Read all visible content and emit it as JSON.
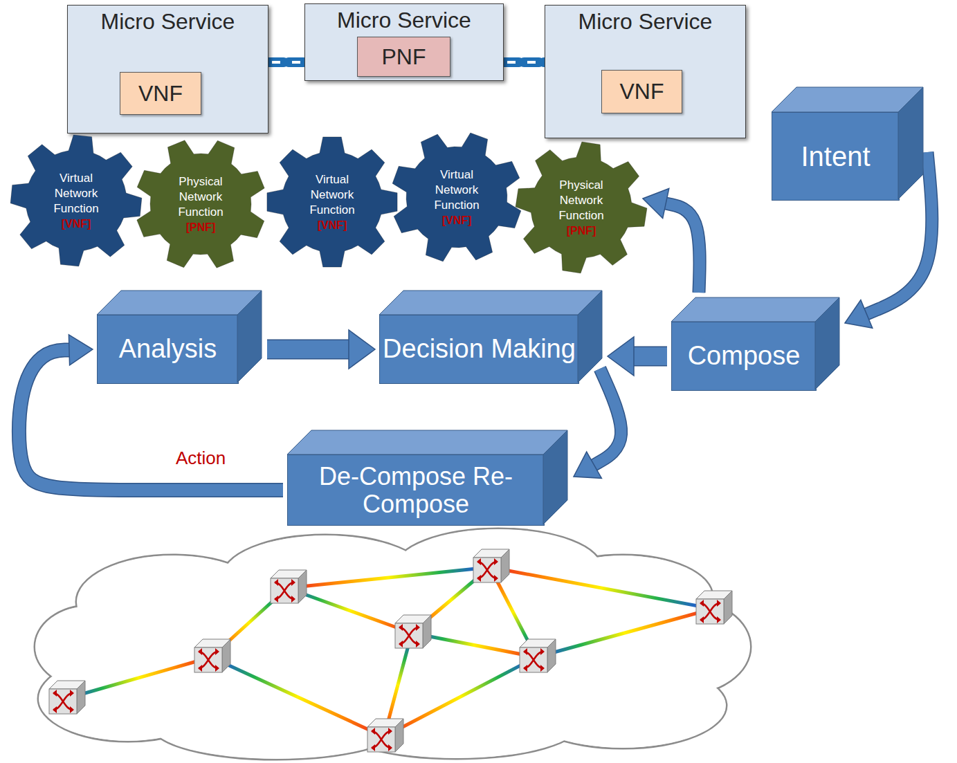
{
  "diagram": {
    "nodes": [
      {
        "text": [
          "Micro Service"
        ]
      },
      {
        "text": [
          "VNF"
        ],
        "in": 0
      },
      {
        "text": [
          "Micro Service"
        ]
      },
      {
        "text": [
          "PNF"
        ],
        "in": 2
      },
      {
        "text": [
          "Micro Service"
        ]
      },
      {
        "text": [
          "VNF"
        ],
        "in": 4
      },
      {
        "text": [
          "Virtual Network Function",
          "[VNF]"
        ]
      },
      {
        "text": [
          "Physical Network Function",
          "[PNF]"
        ]
      },
      {
        "text": [
          "Virtual Network Function",
          "[VNF]"
        ]
      },
      {
        "text": [
          "Virtual Network Function",
          "[VNF]"
        ]
      },
      {
        "text": [
          "Physical Network Function",
          "[PNF]"
        ]
      },
      {
        "text": [
          "Intent"
        ]
      },
      {
        "text": [
          "Analysis"
        ]
      },
      {
        "text": [
          "Decision Making"
        ]
      },
      {
        "text": [
          "Compose"
        ]
      },
      {
        "text": [
          "De-Compose Re-Compose"
        ]
      }
    ],
    "edges": [
      {
        "from": 0,
        "to": 2,
        "arrow": "none"
      },
      {
        "from": 2,
        "to": 4,
        "arrow": "none"
      },
      {
        "from": 11,
        "to": 14,
        "arrow": "to"
      },
      {
        "from": 14,
        "to": 10,
        "arrow": "to"
      },
      {
        "from": 14,
        "to": 13,
        "arrow": "to"
      },
      {
        "from": 12,
        "to": 13,
        "arrow": "to"
      },
      {
        "from": 13,
        "to": 15,
        "arrow": "to"
      },
      {
        "from": 15,
        "to": 12,
        "arrow": "to",
        "label": "Action"
      }
    ]
  }
}
